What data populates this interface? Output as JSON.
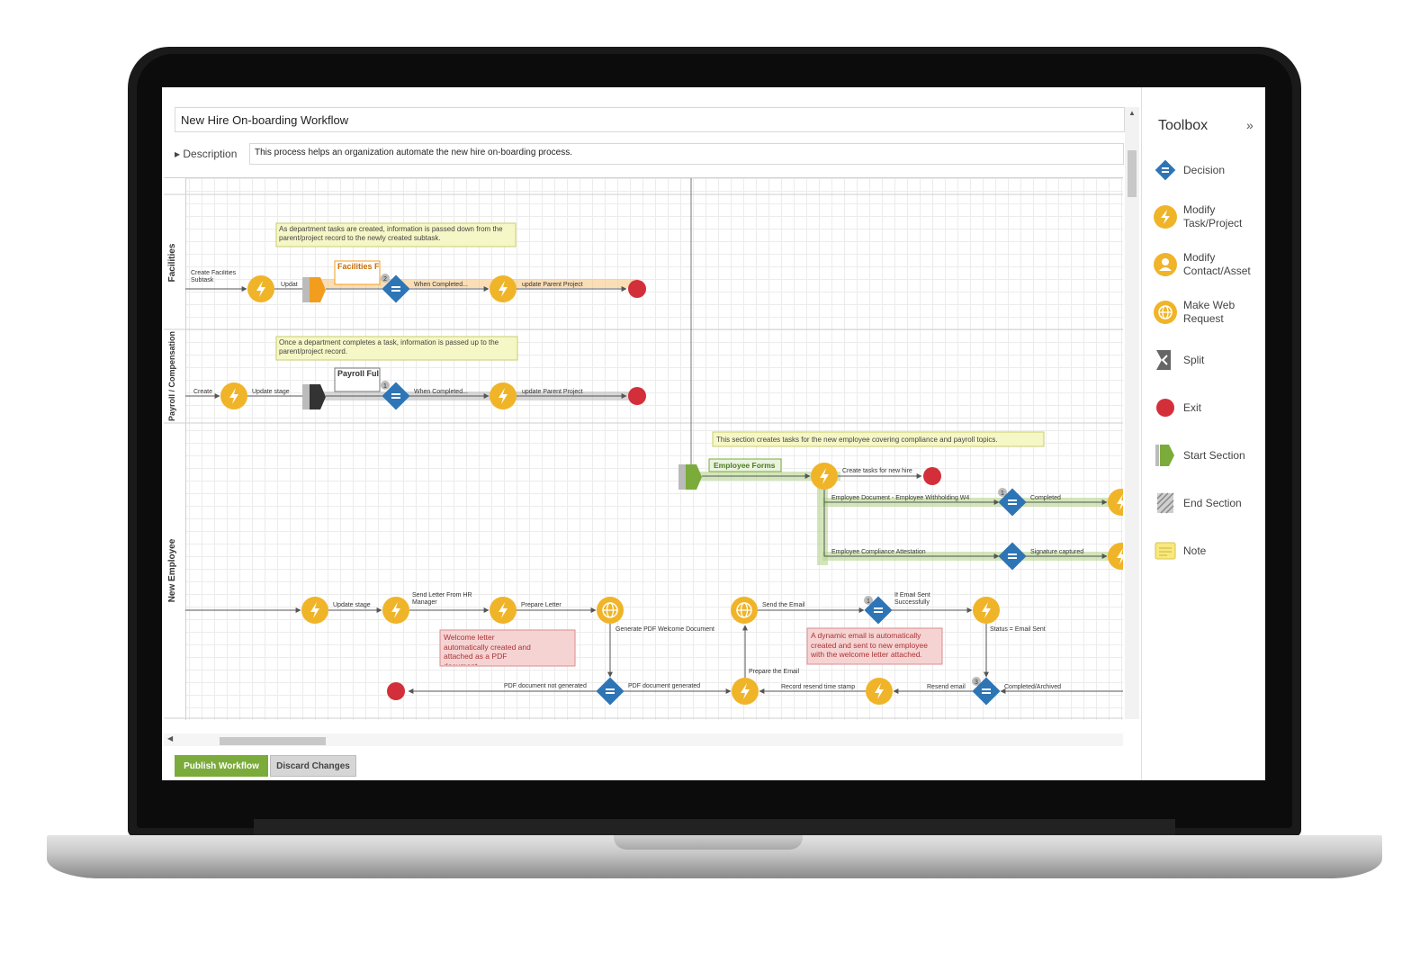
{
  "workflow": {
    "title": "New Hire On-boarding Workflow",
    "description_label": "Description",
    "description": "This process helps an organization automate the new hire on-boarding process."
  },
  "lanes": [
    "Facilities",
    "Payroll / Compensation",
    "New Employee"
  ],
  "notes": {
    "facilities": "As department tasks are created, information is passed down from the parent/project record to the newly created subtask.",
    "payroll": "Once a department completes a task, information is passed up to the parent/project record.",
    "employee_section": "This section creates tasks for the new employee covering compliance and payroll topics.",
    "welcome_letter": "Welcome letter automatically created and attached as a PDF document.",
    "dynamic_email": "A dynamic email is automatically created and sent to new employee with the welcome letter attached."
  },
  "labels": {
    "create_facilities": "Create Facilities Subtask",
    "update_short": "Updat",
    "facilities_fulfillment": "Facilities Fulfillmen",
    "when_completed": "When Completed...",
    "update_parent": "update Parent Project",
    "create": "Create",
    "update_stage": "Update stage",
    "payroll_fulfillment": "Payroll Fulfillmen",
    "employee_forms": "Employee Forms",
    "create_tasks_new_hire": "Create tasks for new hire",
    "employee_doc_w4": "Employee Document - Employee Withholding W4",
    "completed": "Completed",
    "compliance_attestation": "Employee Compliance Attestation",
    "signature_captured": "Signature captured",
    "update_stage_ne": "Update stage",
    "send_letter": "Send Letter From HR Manager",
    "prepare_letter": "Prepare Letter",
    "generate_pdf": "Generate PDF Welcome Document",
    "send_email": "Send the Email",
    "if_email_sent": "If Email Sent Successfully",
    "status_email_sent": "Status = Email Sent",
    "prepare_email": "Prepare the Email",
    "pdf_not_generated": "PDF document not generated",
    "pdf_generated": "PDF document generated",
    "record_resend": "Record resend time stamp",
    "resend_email": "Resend email",
    "completed_archived": "Completed/Archived",
    "badge_1": "1",
    "badge_2": "2",
    "badge_3": "3"
  },
  "actions": {
    "publish": "Publish Workflow",
    "discard": "Discard Changes"
  },
  "toolbox": {
    "title": "Toolbox",
    "collapse": "»",
    "items": [
      {
        "label": "Decision",
        "icon": "decision-icon"
      },
      {
        "label": "Modify Task/Project",
        "icon": "lightning-icon"
      },
      {
        "label": "Modify Contact/Asset",
        "icon": "contact-icon"
      },
      {
        "label": "Make Web Request",
        "icon": "globe-icon"
      },
      {
        "label": "Split",
        "icon": "split-icon"
      },
      {
        "label": "Exit",
        "icon": "exit-icon"
      },
      {
        "label": "Start Section",
        "icon": "start-section-icon"
      },
      {
        "label": "End Section",
        "icon": "end-section-icon"
      },
      {
        "label": "Note",
        "icon": "note-icon"
      }
    ]
  },
  "colors": {
    "action": "#f0b429",
    "decision": "#2e75b6",
    "exit": "#d32f3a",
    "orange_flow": "#f29d1e",
    "gray_flow": "#8c8c8c",
    "green_flow": "#8cbf4b",
    "note_yellow": "#f6f7c6",
    "note_red": "#f6d3d3",
    "publish": "#7bab3a"
  }
}
